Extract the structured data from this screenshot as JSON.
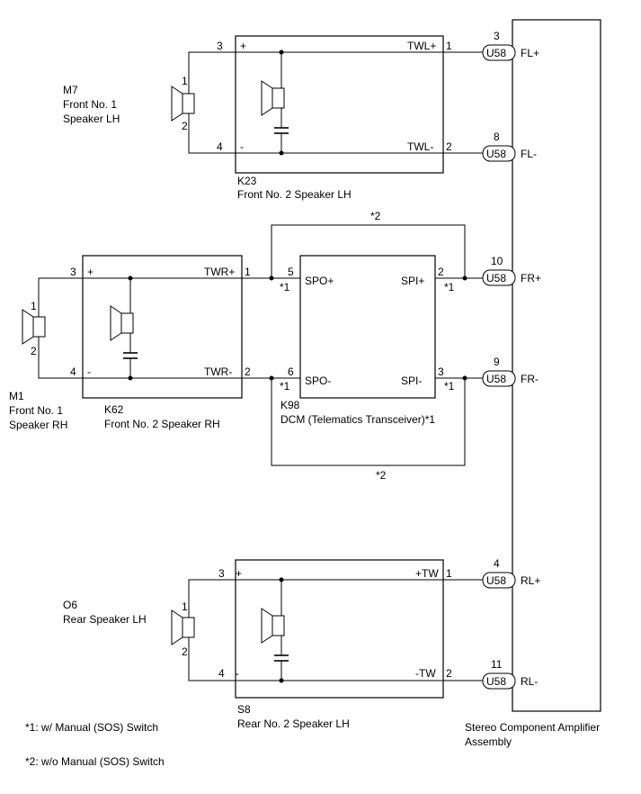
{
  "amplifier": {
    "name_line1": "Stereo Component Amplifier",
    "name_line2": "Assembly"
  },
  "connector_label": "U58",
  "connectors": [
    {
      "pin": "3",
      "signal": "FL+"
    },
    {
      "pin": "8",
      "signal": "FL-"
    },
    {
      "pin": "10",
      "signal": "FR+"
    },
    {
      "pin": "9",
      "signal": "FR-"
    },
    {
      "pin": "4",
      "signal": "RL+"
    },
    {
      "pin": "11",
      "signal": "RL-"
    }
  ],
  "components": {
    "m7": {
      "code": "M7",
      "line1": "Front No. 1",
      "line2": "Speaker LH",
      "pin_top": "1",
      "pin_bottom": "2"
    },
    "k23": {
      "code": "K23",
      "name": "Front No. 2 Speaker LH",
      "pin_in_plus": "3",
      "pin_in_minus": "4",
      "plus": "+",
      "minus": "-",
      "out_plus_label": "TWL+",
      "out_plus_pin": "1",
      "out_minus_label": "TWL-",
      "out_minus_pin": "2"
    },
    "m1": {
      "code": "M1",
      "line1": "Front No. 1",
      "line2": "Speaker RH",
      "pin_top": "1",
      "pin_bottom": "2"
    },
    "k62": {
      "code": "K62",
      "name": "Front No. 2 Speaker RH",
      "pin_in_plus": "3",
      "pin_in_minus": "4",
      "plus": "+",
      "minus": "-",
      "out_plus_label": "TWR+",
      "out_plus_pin": "1",
      "out_minus_label": "TWR-",
      "out_minus_pin": "2"
    },
    "k98": {
      "code": "K98",
      "name": "DCM (Telematics Transceiver)*1",
      "spo_plus_pin": "5",
      "spo_plus": "SPO+",
      "spo_minus_pin": "6",
      "spo_minus": "SPO-",
      "spi_plus_pin": "2",
      "spi_plus": "SPI+",
      "spi_minus_pin": "3",
      "spi_minus": "SPI-"
    },
    "o6": {
      "code": "O6",
      "line1": "Rear Speaker LH",
      "pin_top": "1",
      "pin_bottom": "2"
    },
    "s8": {
      "code": "S8",
      "name": "Rear No. 2 Speaker LH",
      "pin_in_plus": "3",
      "pin_in_minus": "4",
      "plus": "+",
      "minus": "-",
      "out_plus_label": "+TW",
      "out_plus_pin": "1",
      "out_minus_label": "-TW",
      "out_minus_pin": "2"
    }
  },
  "markers": {
    "star1": "*1",
    "star2": "*2"
  },
  "notes": [
    "*1: w/ Manual (SOS) Switch",
    "*2: w/o Manual (SOS) Switch"
  ]
}
